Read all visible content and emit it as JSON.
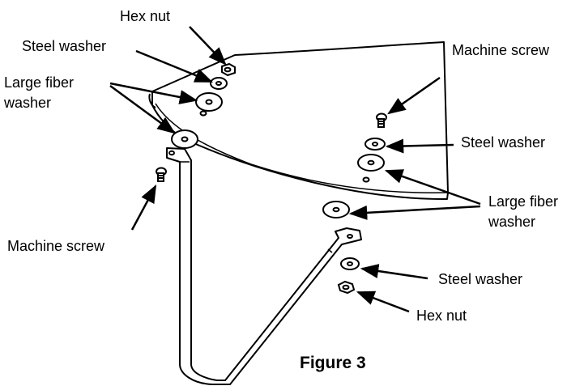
{
  "labels": {
    "top_left_hex_nut": "Hex nut",
    "top_left_steel_washer": "Steel washer",
    "left_large_fiber_washer_line1": "Large fiber",
    "left_large_fiber_washer_line2": "washer",
    "left_machine_screw": "Machine screw",
    "right_machine_screw": "Machine screw",
    "right_steel_washer_top": "Steel washer",
    "right_large_fiber_washer_line1": "Large fiber",
    "right_large_fiber_washer_line2": "washer",
    "right_steel_washer_bottom": "Steel washer",
    "right_hex_nut": "Hex nut"
  },
  "caption": "Figure 3",
  "colors": {
    "ink": "#000000",
    "paper": "#ffffff"
  }
}
